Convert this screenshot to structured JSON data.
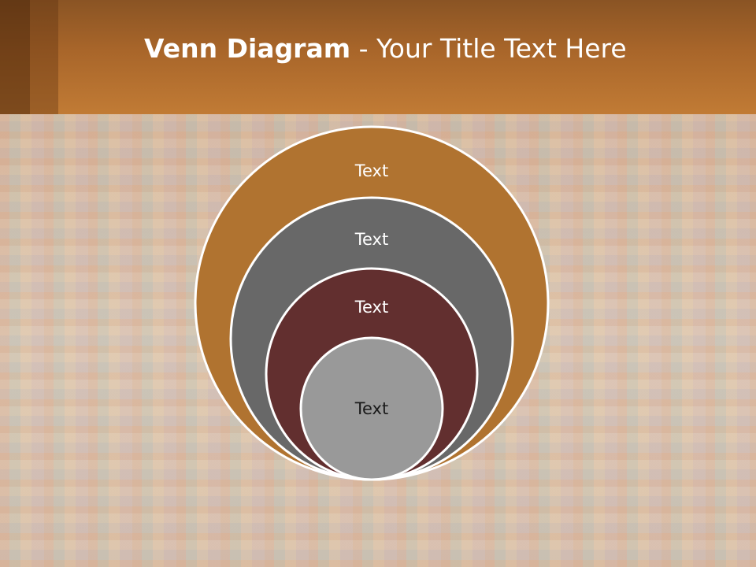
{
  "slide": {
    "title_bold": "Venn Diagram",
    "title_rest": " - Your Title Text Here"
  },
  "diagram": {
    "circles": [
      {
        "label": "Text",
        "fill": "#b07330",
        "text_color": "#ffffff"
      },
      {
        "label": "Text",
        "fill": "#686868",
        "text_color": "#ffffff"
      },
      {
        "label": "Text",
        "fill": "#622f2f",
        "text_color": "#ffffff"
      },
      {
        "label": "Text",
        "fill": "#999999",
        "text_color": "#1a1a1a"
      }
    ],
    "stroke_color": "#ffffff"
  },
  "colors": {
    "header_start": "#8a5424",
    "header_end": "#c17b35"
  }
}
